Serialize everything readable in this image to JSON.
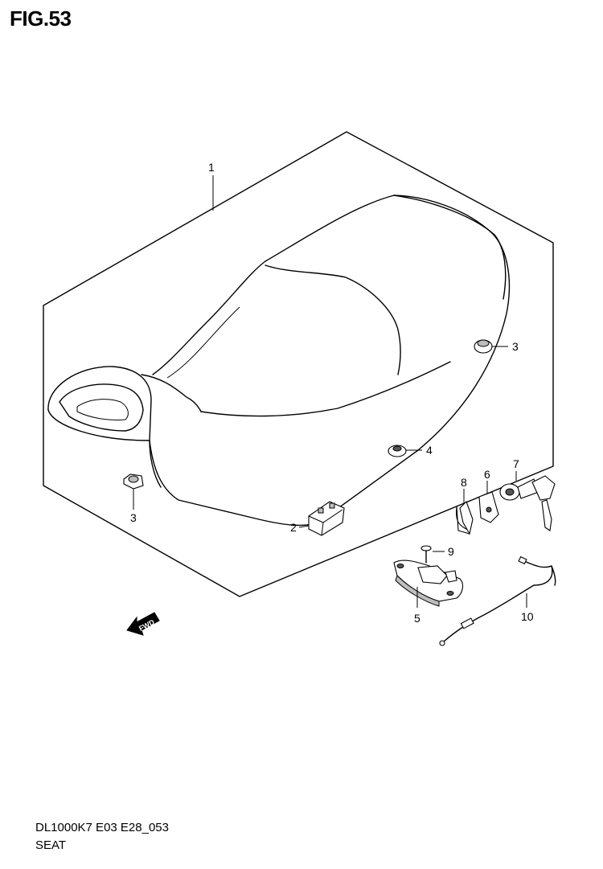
{
  "figure": {
    "title": "FIG.53",
    "code": "DL1000K7 E03 E28_053",
    "name": "SEAT"
  },
  "callouts": {
    "c1": "1",
    "c2": "2",
    "c3a": "3",
    "c3b": "3",
    "c4": "4",
    "c5": "5",
    "c6": "6",
    "c7": "7",
    "c8": "8",
    "c9": "9",
    "c10": "10"
  },
  "fwd_arrow": {
    "label": "FWD"
  }
}
